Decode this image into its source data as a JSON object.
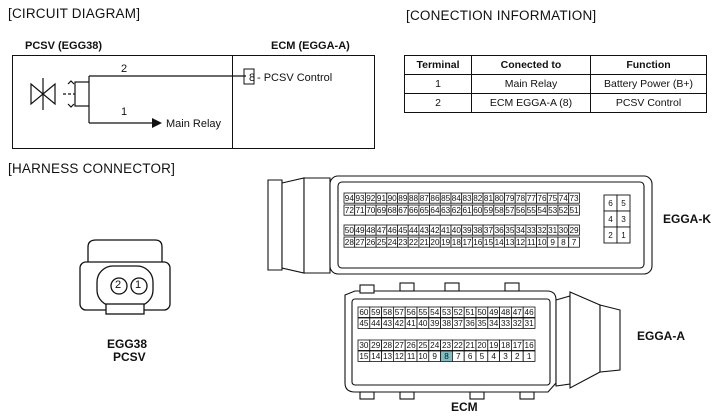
{
  "sections": {
    "circuit": "[CIRCUIT DIAGRAM]",
    "connection": "[CONECTION INFORMATION]",
    "harness": "[HARNESS CONNECTOR]"
  },
  "circuit": {
    "pcsv_title": "PCSV (EGG38)",
    "ecm_title": "ECM (EGGA-A)",
    "pin2": "2",
    "pin1": "1",
    "main_relay": "Main Relay",
    "ecm_pin": "8",
    "ecm_label": "- PCSV Control"
  },
  "table": {
    "headers": [
      "Terminal",
      "Conected to",
      "Function"
    ],
    "rows": [
      [
        "1",
        "Main Relay",
        "Battery Power (B+)"
      ],
      [
        "2",
        "ECM EGGA-A (8)",
        "PCSV Control"
      ]
    ]
  },
  "harness": {
    "conn_pins": [
      "2",
      "1"
    ],
    "conn_name": "EGG38",
    "conn_part": "PCSV"
  },
  "egga_k": {
    "label": "EGGA-K",
    "row1": [
      "94",
      "93",
      "92",
      "91",
      "90",
      "89",
      "88",
      "87",
      "86",
      "85",
      "84",
      "83",
      "82",
      "81",
      "80",
      "79",
      "78",
      "77",
      "76",
      "75",
      "74",
      "73"
    ],
    "row2": [
      "72",
      "71",
      "70",
      "69",
      "68",
      "67",
      "66",
      "65",
      "64",
      "63",
      "62",
      "61",
      "60",
      "59",
      "58",
      "57",
      "56",
      "55",
      "54",
      "53",
      "52",
      "51"
    ],
    "row3": [
      "50",
      "49",
      "48",
      "47",
      "46",
      "45",
      "44",
      "43",
      "42",
      "41",
      "40",
      "39",
      "38",
      "37",
      "36",
      "35",
      "34",
      "33",
      "32",
      "31",
      "30",
      "29"
    ],
    "row4": [
      "28",
      "27",
      "26",
      "25",
      "24",
      "23",
      "22",
      "21",
      "20",
      "19",
      "18",
      "17",
      "16",
      "15",
      "14",
      "13",
      "12",
      "11",
      "10",
      "9",
      "8",
      "7"
    ],
    "side": [
      [
        "6",
        "5"
      ],
      [
        "4",
        "3"
      ],
      [
        "2",
        "1"
      ]
    ]
  },
  "egga_a": {
    "label": "EGGA-A",
    "row1": [
      "60",
      "59",
      "58",
      "57",
      "56",
      "55",
      "54",
      "53",
      "52",
      "51",
      "50",
      "49",
      "48",
      "47",
      "46"
    ],
    "row2": [
      "45",
      "44",
      "43",
      "42",
      "41",
      "40",
      "39",
      "38",
      "37",
      "36",
      "35",
      "34",
      "33",
      "32",
      "31"
    ],
    "row3": [
      "30",
      "29",
      "28",
      "27",
      "26",
      "25",
      "24",
      "23",
      "22",
      "21",
      "20",
      "19",
      "18",
      "17",
      "16"
    ],
    "row4": [
      "15",
      "14",
      "13",
      "12",
      "11",
      "10",
      "9",
      "8",
      "7",
      "6",
      "5",
      "4",
      "3",
      "2",
      "1"
    ],
    "highlight": "8",
    "highlight_color": "#7fbfc4"
  },
  "ecm_label": "ECM"
}
